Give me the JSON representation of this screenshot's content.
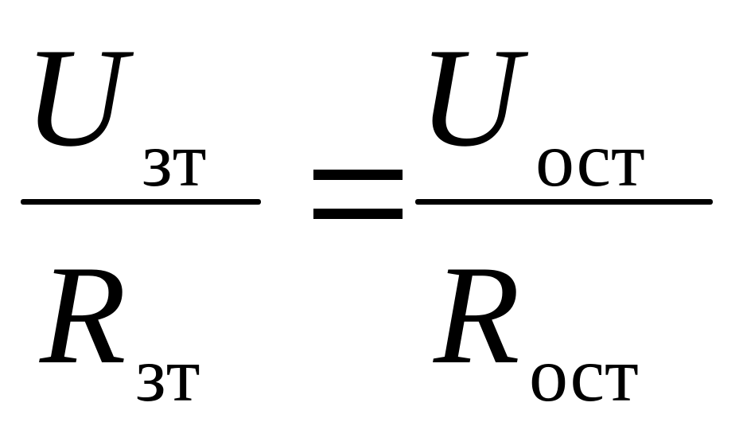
{
  "equation": {
    "left": {
      "numerator": {
        "symbol": "U",
        "subscript": "зт"
      },
      "denominator": {
        "symbol": "R",
        "subscript": "зт"
      }
    },
    "operator": "=",
    "right": {
      "numerator": {
        "symbol": "U",
        "subscript": "ост"
      },
      "denominator": {
        "symbol": "R",
        "subscript": "ост"
      }
    }
  }
}
